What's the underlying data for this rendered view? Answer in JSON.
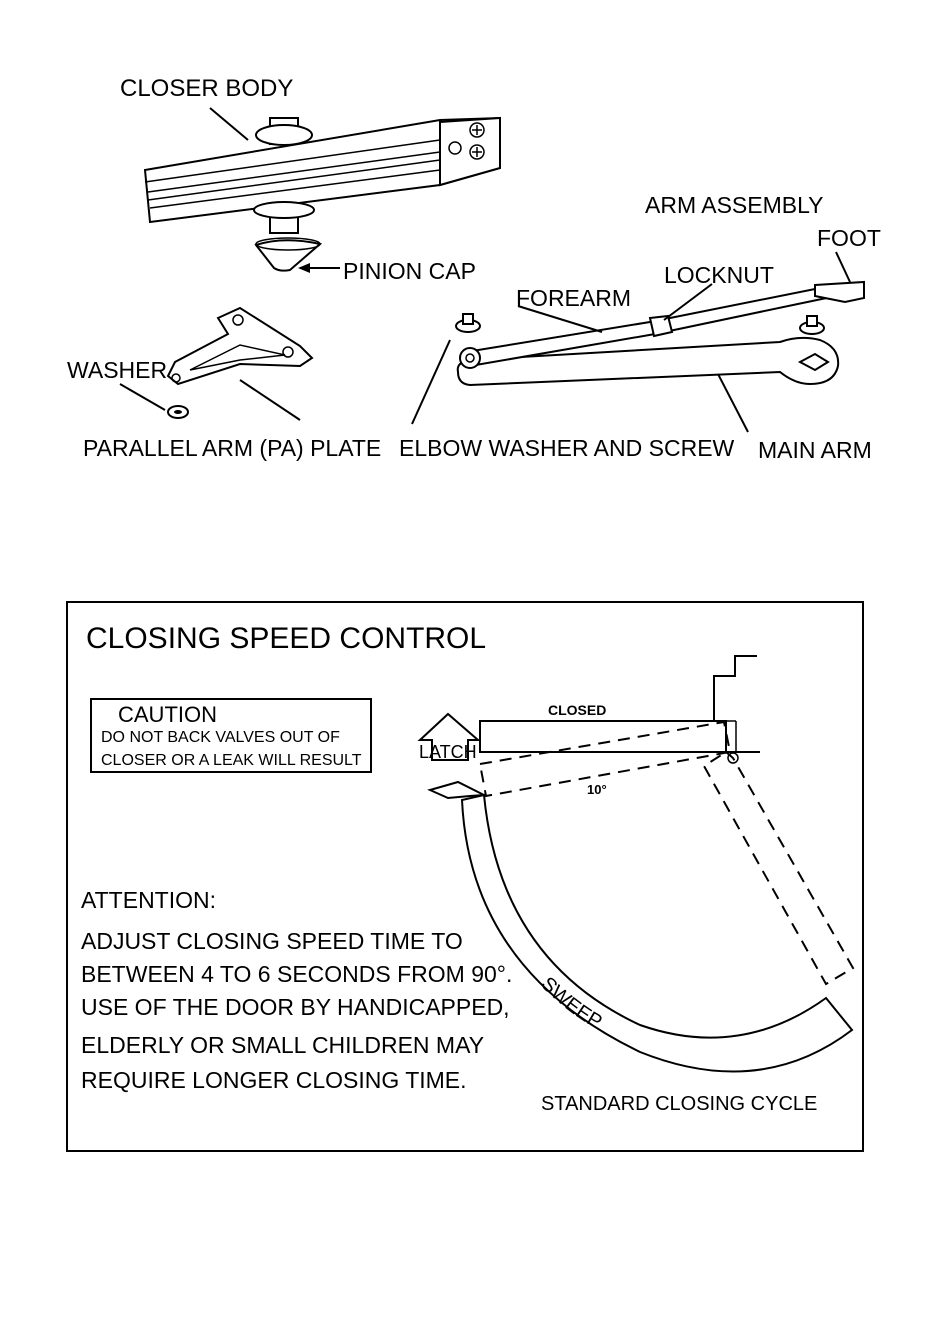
{
  "parts_diagram": {
    "labels": {
      "closer_body": "CLOSER BODY",
      "pinion_cap": "PINION CAP",
      "arm_assembly": "ARM ASSEMBLY",
      "foot": "FOOT",
      "locknut": "LOCKNUT",
      "forearm": "FOREARM",
      "washer": "WASHER",
      "pa_plate": "PARALLEL ARM (PA) PLATE",
      "elbow_washer": "ELBOW WASHER AND SCREW",
      "main_arm": "MAIN ARM"
    }
  },
  "speed_control": {
    "title": "CLOSING SPEED CONTROL",
    "caution": {
      "heading": "CAUTION",
      "line1": "DO NOT BACK VALVES OUT OF",
      "line2": "CLOSER OR A LEAK WILL RESULT"
    },
    "attention": {
      "heading": "ATTENTION:",
      "lines": [
        "ADJUST CLOSING SPEED TIME TO",
        "BETWEEN 4 TO 6 SECONDS FROM 90°.",
        "USE OF THE DOOR BY HANDICAPPED,",
        "ELDERLY OR SMALL CHILDREN MAY",
        "REQUIRE LONGER CLOSING TIME."
      ]
    },
    "cycle": {
      "closed": "CLOSED",
      "latch": "LATCH",
      "angle": "10°",
      "sweep": "SWEEP",
      "caption": "STANDARD CLOSING CYCLE"
    }
  }
}
